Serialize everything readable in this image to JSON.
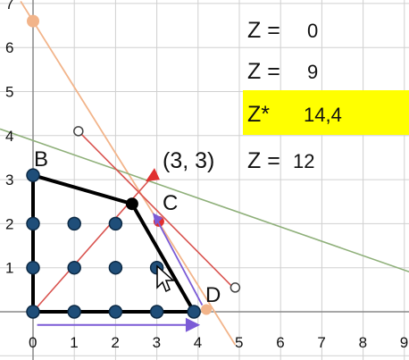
{
  "axes": {
    "x_ticks": [
      "0",
      "1",
      "2",
      "3",
      "4",
      "5",
      "6",
      "7",
      "8",
      "9"
    ],
    "y_ticks": [
      "1",
      "2",
      "3",
      "4",
      "5",
      "6",
      "7"
    ]
  },
  "vertices": {
    "B": "B",
    "C": "C",
    "D": "D",
    "point_label": "(3, 3)"
  },
  "z_table": {
    "rows": [
      {
        "label": "Z =",
        "value": "0",
        "highlight": false
      },
      {
        "label": "Z =",
        "value": "9",
        "highlight": false
      },
      {
        "label": "Z*",
        "value": "14,4",
        "highlight": true
      },
      {
        "label": "Z =",
        "value": "12",
        "highlight": false
      }
    ],
    "highlight_color": "#ffff00"
  },
  "colors": {
    "grid": "#d0d0d0",
    "feasible_edge": "#000000",
    "point_fill": "#1f4e79",
    "constraint_red": "#d9534f",
    "constraint_green": "#8fb07a",
    "constraint_orange": "#f2b48a",
    "vector_purple": "#7b5bd6",
    "objective_red": "#e03030"
  },
  "icons": [
    "mouse-cursor-icon"
  ]
}
